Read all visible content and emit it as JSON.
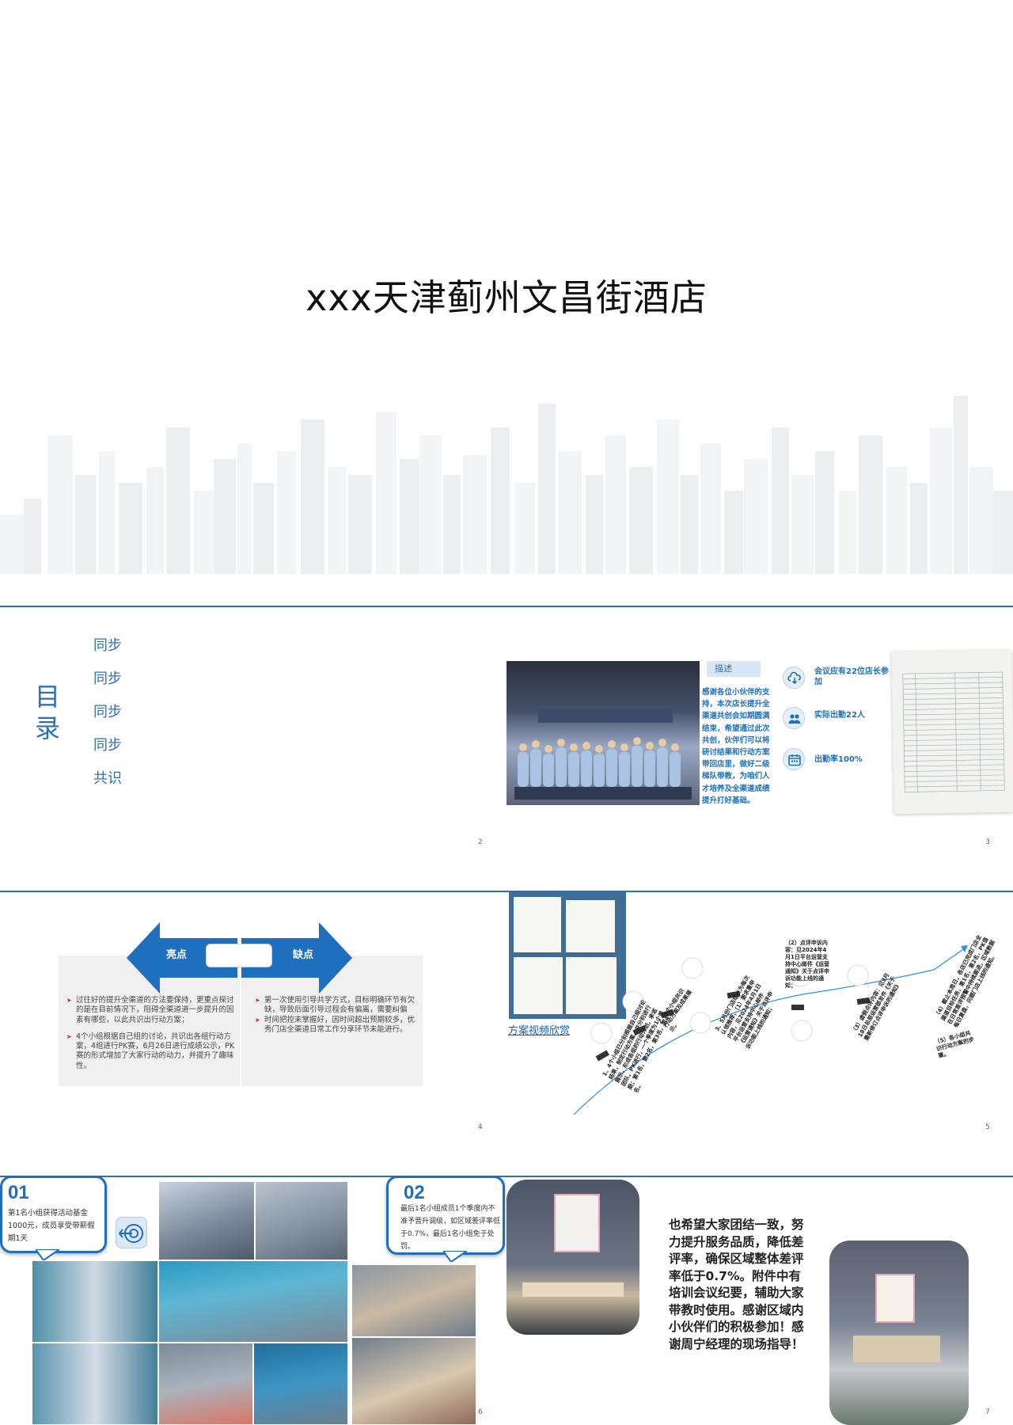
{
  "slide1": {
    "title": "xxx天津蓟州文昌街酒店"
  },
  "slide2": {
    "toc_heading": "目录",
    "toc_items": [
      "同步",
      "同步",
      "同步",
      "同步",
      "共识"
    ],
    "page": "2"
  },
  "slide3": {
    "desc_tab": "描述",
    "desc_text": "感谢各位小伙伴的支持，本次店长提升全渠道共创会如期圆满结束，希望通过此次共创，伙伴们可以将研讨结果和行动方案带回店里，做好二级梯队带教，为咱们人才培养及全渠道成绩提升打好基础。",
    "stats": [
      {
        "icon": "cloud-download-icon",
        "text": "会议应有22位店长参加"
      },
      {
        "icon": "people-icon",
        "text": "实际出勤22人"
      },
      {
        "icon": "calendar-icon",
        "text": "出勤率100%"
      }
    ],
    "page": "3"
  },
  "slide4": {
    "left_label": "亮点",
    "right_label": "缺点",
    "left_bullets": [
      "过往好的提升全渠道的方法要保持，更重点探讨的是在目前情况下，阻碍全渠道进一步提升的因素有哪些，以此共识出行动方案；",
      "4个小组根据自己组的讨论，共识出各组行动方案，4组进行PK赛，6月26日进行成绩公示，PK赛的形式增加了大家行动的动力，并提升了趣味性。"
    ],
    "right_bullets": [
      "第一次使用引导共学方式，目标明确环节有欠缺，导致后面引导过程会有偏离，需要纠偏",
      "时间把控未掌握好，因时间超出预期较多，优秀门店全渠道日常工作分享环节未能进行。"
    ],
    "colors": {
      "arrow": "#1f6fbf",
      "panel": "#f0f0f0"
    },
    "page": "4"
  },
  "slide5": {
    "video_link": "方案视频欣赏",
    "steps": [
      "1、4个小组已分别根据自己组讨论结果，制定行动方案，并分别进行展示，形成各组的行动计划，承诺团队，PK进行，一个季度为1个周期；第1名，第2名，第3名，第4名。",
      "2、4个小组共识行动方案及成果展示。",
      "3、5月份门店组长为每次认领推荐，（1）要求重申内容，见2024年4月1日平台运营支持中心邮件《运营通知》关于点评申诉功能上线的通知；",
      "（2）点评申诉内容：见2024年4月1日平台运营支持中心邮件《运营通知》关于点评申诉功能上线的通知；",
      "（3）虚假点评内容：见3月18日总部运营部发件《关于重新修订点评申诉的通知》",
      "（4）截止本周日，各店已完成门店全渠道目标任务，第1名，第2名，PK值在日常差评预警中持续跟进，区域数据每日复盘，问题门店上线的通知。",
      "（5）各小组共识行动方案的步骤。"
    ],
    "page": "5"
  },
  "slide6": {
    "badge1": {
      "num": "01",
      "text": "第1名小组获得活动基金1000元，成员享受带薪假期1天"
    },
    "badge2": {
      "num": "02",
      "text": "最后1名小组成员1个季度内不准予晋升调级，如区域差评率低于0.7%，最后1名小组免于处罚。"
    },
    "page": "6"
  },
  "slide7": {
    "closing": "也希望大家团结一致，努力提升服务品质，降低差评率，确保区域整体差评率低于0.7%。附件中有培训会议纪要，辅助大家带教时使用。感谢区域内小伙伴们的积极参加！感谢周宁经理的现场指导！",
    "page": "7"
  }
}
